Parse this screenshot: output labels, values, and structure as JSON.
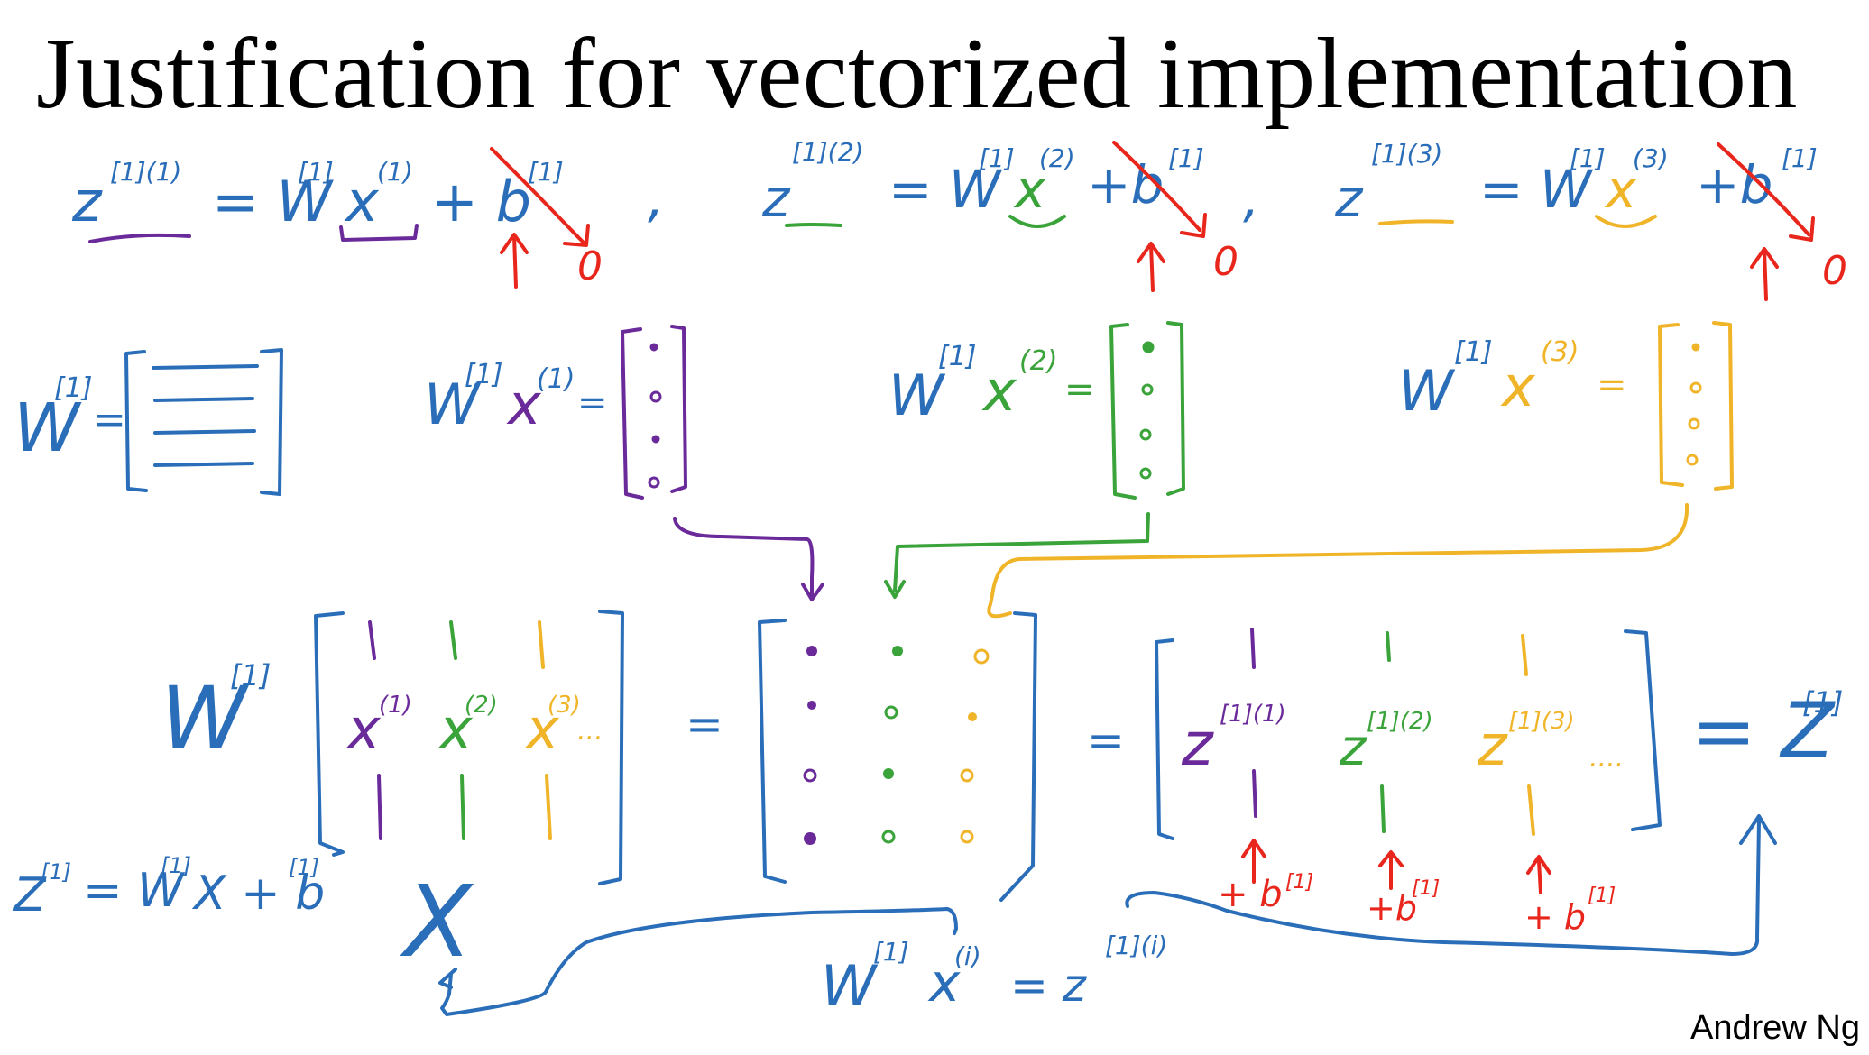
{
  "slide": {
    "title": "Justification for vectorized implementation",
    "author": "Andrew Ng"
  },
  "colors": {
    "blue": "#2a6db8",
    "purple": "#6a2a9a",
    "green": "#3aa33a",
    "orange": "#f0b429",
    "red": "#e8261c",
    "black": "#000000"
  },
  "handwriting": {
    "eq1_lhs": "z",
    "eq1_lhs_sup": "[1](1)",
    "eq1_rhs_w": "= W",
    "eq1_rhs_w_sup": "[1]",
    "eq1_rhs_x": "x",
    "eq1_rhs_x_sup": "(1)",
    "eq1_plus_b": "+ b",
    "eq1_plus_b_sup": "[1]",
    "eq1_zero": "0",
    "eq2_lhs": "z",
    "eq2_lhs_sup": "[1](2)",
    "eq2_rhs_w": "= W",
    "eq2_rhs_w_sup": "[1]",
    "eq2_rhs_x": "x",
    "eq2_rhs_x_sup": "(2)",
    "eq2_plus_b": "+b",
    "eq2_plus_b_sup": "[1]",
    "eq2_zero": "0",
    "eq3_lhs": "z",
    "eq3_lhs_sup": "[1](3)",
    "eq3_rhs_w": "= W",
    "eq3_rhs_w_sup": "[1]",
    "eq3_rhs_x": "x",
    "eq3_rhs_x_sup": "(3)",
    "eq3_plus_b": "+b",
    "eq3_plus_b_sup": "[1]",
    "eq3_zero": "0",
    "sep_comma": ",",
    "w_matrix_label": "W",
    "w_matrix_sup": "[1]",
    "equals": "=",
    "wx1_w": "W",
    "wx1_w_sup": "[1]",
    "wx1_x": "x",
    "wx1_x_sup": "(1)",
    "wx2_w": "W",
    "wx2_w_sup": "[1]",
    "wx2_x": "x",
    "wx2_x_sup": "(2)",
    "wx3_w": "W",
    "wx3_w_sup": "[1]",
    "wx3_x": "x",
    "wx3_x_sup": "(3)",
    "big_w": "W",
    "big_w_sup": "[1]",
    "col_x1": "x",
    "col_x1_sup": "(1)",
    "col_x2": "x",
    "col_x2_sup": "(2)",
    "col_x3": "x",
    "col_x3_sup": "(3)",
    "ellipsis": "...",
    "ellipsis_z": "....",
    "col_z1": "z",
    "col_z1_sup": "[1](1)",
    "col_z2": "z",
    "col_z2_sup": "[1](2)",
    "col_z3": "z",
    "col_z3_sup": "[1](3)",
    "big_z": "= Z",
    "big_z_sup": "[1]",
    "plus_b1": "+ b",
    "plus_b1_sup": "[1]",
    "plus_b2": "+b",
    "plus_b2_sup": "[1]",
    "plus_b3": "+ b",
    "plus_b3_sup": "[1]",
    "vec_eq": "Z",
    "vec_eq_sup1": "[1]",
    "vec_eq_mid": "= W",
    "vec_eq_sup2": "[1]",
    "vec_eq_x": "X + b",
    "vec_eq_sup3": "[1]",
    "big_x": "X",
    "bottom_w": "W",
    "bottom_w_sup": "[1]",
    "bottom_x": "x",
    "bottom_x_sup": "(i)",
    "bottom_eq": "= z",
    "bottom_eq_sup": "[1](i)"
  }
}
